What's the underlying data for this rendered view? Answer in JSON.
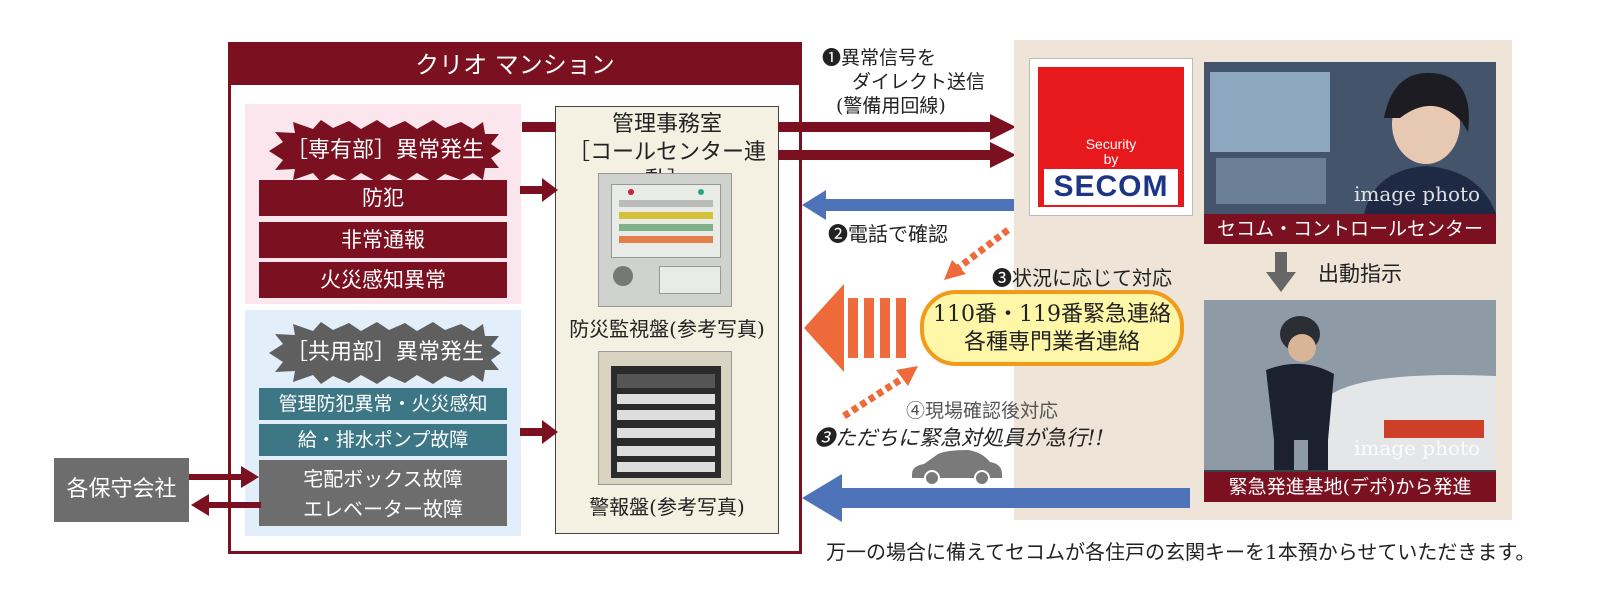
{
  "mansion": {
    "title": "クリオ マンション",
    "private_heading": "［専有部］異常発生",
    "private_items": [
      "防犯",
      "非常通報",
      "火災感知異常"
    ],
    "common_heading": "［共用部］異常発生",
    "common_items": [
      "管理防犯異常・火災感知",
      "給・排水ポンプ故障"
    ],
    "common_gray_item": [
      "宅配ボックス故障",
      "エレベーター故障"
    ]
  },
  "office": {
    "title_line1": "管理事務室",
    "title_line2": "［コールセンター連動］",
    "panel1_caption": "防災監視盤(参考写真)",
    "panel2_caption": "警報盤(参考写真)"
  },
  "maintenance": {
    "label": "各保守会社"
  },
  "secom": {
    "logo_line1": "Security",
    "logo_line2": "by",
    "logo_text": "SECOM",
    "control_center_caption": "セコム・コントロールセンター",
    "dispatch_caption": "緊急発進基地(デポ)から発進",
    "watermark": "image photo"
  },
  "steps": {
    "step1_num": "❶",
    "step1_line1": "異常信号を",
    "step1_line2": "ダイレクト送信",
    "step1_line3": "(警備用回線)",
    "step2": "❷電話で確認",
    "step3a": "❸状況に応じて対応",
    "emergency_line1": "110番・119番緊急連絡",
    "emergency_line2": "各種専門業者連絡",
    "step4": "④現場確認後対応",
    "step3b": "❸ただちに緊急対処員が急行!!",
    "dispatch_order": "出動指示"
  },
  "footnote": "万一の場合に備えてセコムが各住戸の玄関キーを1本預からせていただきます。",
  "colors": {
    "maroon": "#7a1020",
    "blue_arrow": "#4f73b8",
    "orange_arrow": "#ee6a3a",
    "secom_red": "#e8191d",
    "secom_navy": "#1c3584"
  }
}
